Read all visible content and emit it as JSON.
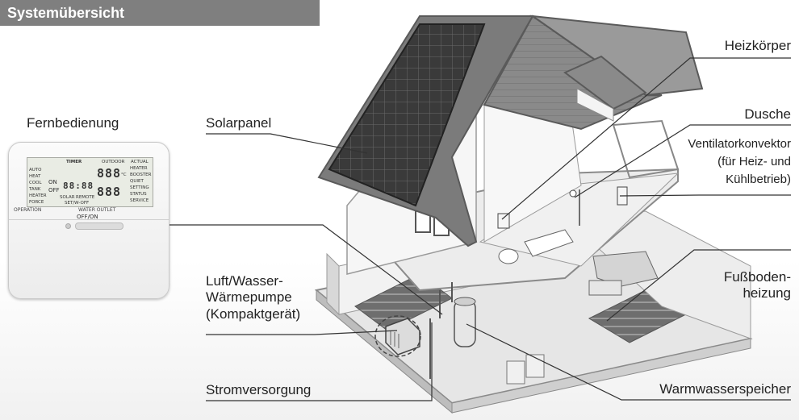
{
  "header": {
    "title": "Systemübersicht"
  },
  "labels": {
    "remote": "Fernbedienung",
    "solar": "Solarpanel",
    "heat_pump_1": "Luft/Wasser-",
    "heat_pump_2": "Wärmepumpe",
    "heat_pump_3": "(Kompaktgerät)",
    "power": "Stromversorgung",
    "radiator": "Heizkörper",
    "shower": "Dusche",
    "fan_coil_1": "Ventilatorkonvektor",
    "fan_coil_2": "(für Heiz- und",
    "fan_coil_3": "Kühlbetrieb)",
    "floor_1": "Fußboden-",
    "floor_2": "heizung",
    "water_tank": "Warmwasserspeicher"
  },
  "remote_display": {
    "timer": "TIMER",
    "outdoor": "OUTDOOR",
    "actual": "ACTUAL",
    "modes": [
      "AUTO",
      "HEAT",
      "COOL",
      "TANK",
      "HEATER",
      "FORCE"
    ],
    "on": "ON",
    "off": "OFF",
    "time": "88:88",
    "temp_top": "888",
    "temp_bottom": "888",
    "unit": "°C",
    "right_items": [
      "HEATER",
      "BOOSTER",
      "QUIET",
      "SETTING",
      "STATUS",
      "SERVICE"
    ],
    "solar": "SOLAR",
    "remote": "REMOTE",
    "set": "SET/W-OFF",
    "operation": "OPERATION",
    "water_outlet": "WATER OUTLET",
    "off_on": "OFF/ON"
  },
  "colors": {
    "header_bg": "#7f7f7f",
    "roof": "#7b7b7b",
    "solar_panel": "#3a3a3a",
    "leader_line": "#333333"
  }
}
